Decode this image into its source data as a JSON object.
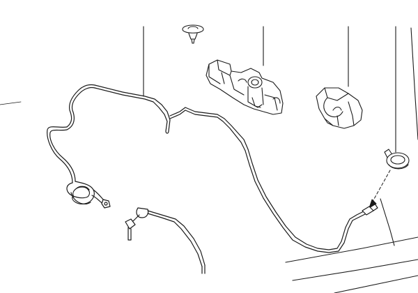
{
  "diagram": {
    "type": "exploded-parts-diagram",
    "subject": "pipe-routing",
    "background_color": "#ffffff",
    "line_color": "#1a1a1a",
    "parts": [
      {
        "name": "pipe-assembly",
        "leader": true
      },
      {
        "name": "push-clip-fastener",
        "leader": false
      },
      {
        "name": "double-pipe-clip",
        "leader": true
      },
      {
        "name": "single-pipe-clip",
        "leader": true
      },
      {
        "name": "hose-clamp",
        "leader": true
      }
    ],
    "assembly_arrow": {
      "from": "hose-clamp",
      "to": "pipe-end-fitting",
      "style": "dashed"
    }
  }
}
